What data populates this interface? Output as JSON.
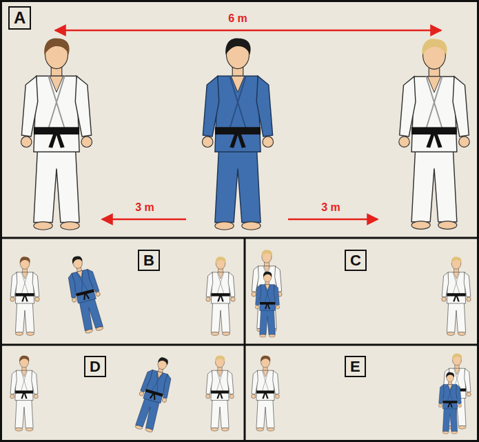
{
  "diagram": {
    "nodes": [
      {
        "text": [
          "A"
        ]
      },
      {
        "text": [
          "B"
        ]
      },
      {
        "text": [
          "C"
        ]
      },
      {
        "text": [
          "D"
        ]
      },
      {
        "text": [
          "E"
        ]
      }
    ],
    "labels": [
      "6 m",
      "3 m",
      "3 m"
    ]
  }
}
